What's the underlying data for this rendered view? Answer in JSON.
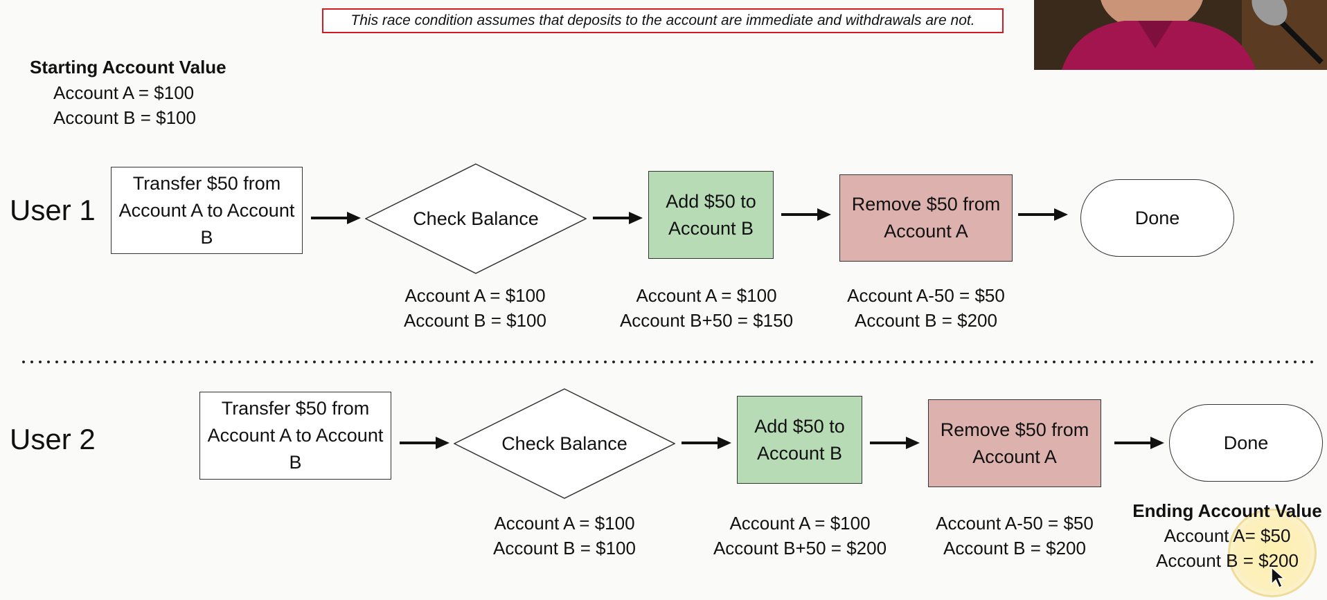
{
  "note": "This race condition assumes that deposits to the account are immediate and withdrawals are not.",
  "starting": {
    "title": "Starting Account Value",
    "line_a": "Account A = $100",
    "line_b": "Account B = $100"
  },
  "user1": {
    "label": "User 1",
    "transfer": "Transfer $50 from Account A to Account B",
    "check": "Check Balance",
    "add": "Add $50 to Account B",
    "remove": "Remove $50 from Account A",
    "done": "Done",
    "check_caption": [
      "Account A = $100",
      "Account B = $100"
    ],
    "add_caption": [
      "Account A = $100",
      "Account B+50 = $150"
    ],
    "remove_caption": [
      "Account A-50 = $50",
      "Account B = $200"
    ]
  },
  "user2": {
    "label": "User 2",
    "transfer": "Transfer $50 from Account A to Account B",
    "check": "Check Balance",
    "add": "Add $50 to Account B",
    "remove": "Remove $50 from Account A",
    "done": "Done",
    "check_caption": [
      "Account A = $100",
      "Account B = $100"
    ],
    "add_caption": [
      "Account A = $100",
      "Account B+50 = $200"
    ],
    "remove_caption": [
      "Account A-50 = $50",
      "Account B = $200"
    ]
  },
  "ending": {
    "title": "Ending Account Value",
    "line_a": "Account A= $50",
    "line_b": "Account B = $200"
  },
  "colors": {
    "green_box": "#b6dbb5",
    "red_box": "#ddb1ad",
    "note_border": "#d01b22"
  }
}
